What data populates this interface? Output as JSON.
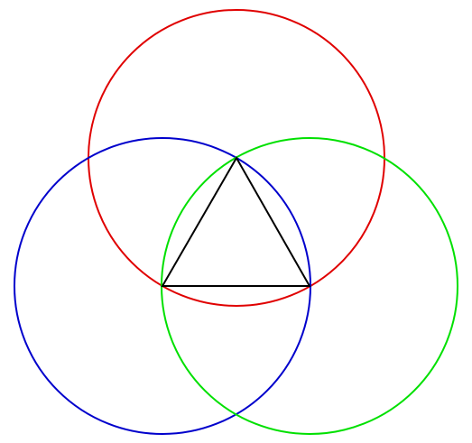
{
  "diagram": {
    "description_visible_text": "",
    "circles": [
      {
        "id": "top",
        "color": "#e00000"
      },
      {
        "id": "left",
        "color": "#0000cc"
      },
      {
        "id": "right",
        "color": "#00e000"
      }
    ],
    "triangle": {
      "color": "#000000"
    }
  }
}
